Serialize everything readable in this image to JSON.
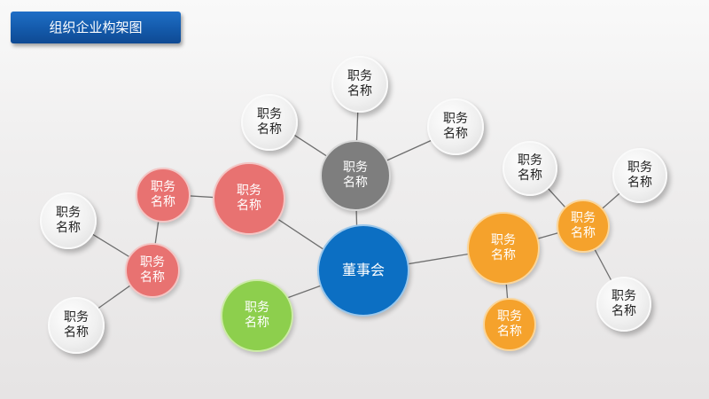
{
  "header": {
    "title": "组织企业构架图"
  },
  "colors": {
    "center": "#0c6fc3",
    "dark": "#7e7e7e",
    "red": "#e87271",
    "orange": "#f5a22c",
    "green": "#8dcf4d",
    "leaf": "#eeeeee",
    "line": "#6e6e6e"
  },
  "nodes": {
    "center": {
      "label": "董事会"
    },
    "dark_main": {
      "label": "职务\n名称"
    },
    "dark_top": {
      "label": "职务\n名称"
    },
    "dark_left": {
      "label": "职务\n名称"
    },
    "dark_right": {
      "label": "职务\n名称"
    },
    "red_main": {
      "label": "职务\n名称"
    },
    "red_top": {
      "label": "职务\n名称"
    },
    "red_mid": {
      "label": "职务\n名称"
    },
    "red_leaf1": {
      "label": "职务\n名称"
    },
    "red_leaf2": {
      "label": "职务\n名称"
    },
    "green_main": {
      "label": "职务\n名称"
    },
    "orange_main": {
      "label": "职务\n名称"
    },
    "orange_bottom": {
      "label": "职务\n名称"
    },
    "orange_mid": {
      "label": "职务\n名称"
    },
    "orange_leaf1": {
      "label": "职务\n名称"
    },
    "orange_leaf2": {
      "label": "职务\n名称"
    },
    "orange_leaf3": {
      "label": "职务\n名称"
    }
  }
}
